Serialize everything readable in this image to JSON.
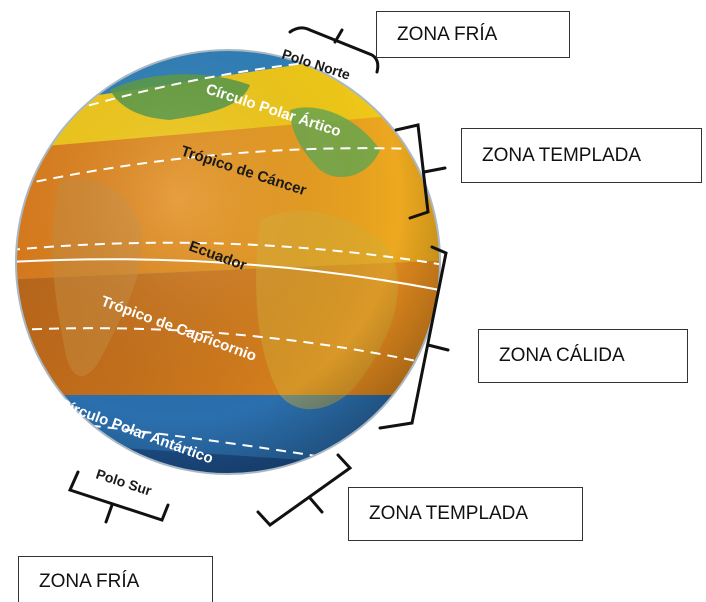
{
  "zones": {
    "fria_norte": "ZONA FRÍA",
    "templada_norte": "ZONA TEMPLADA",
    "calida": "ZONA CÁLIDA",
    "templada_sur": "ZONA TEMPLADA",
    "fria_sur": "ZONA FRÍA"
  },
  "globe_labels": {
    "polo_norte": "Polo Norte",
    "circulo_artico": "Círculo Polar Ártico",
    "tropico_cancer": "Trópico de Cáncer",
    "ecuador": "Ecuador",
    "tropico_capricornio": "Trópico de Capricornio",
    "circulo_antartico": "Círculo Polar Antártico",
    "polo_sur": "Polo Sur"
  },
  "colors": {
    "warm_band": "#e08a1e",
    "temperate_band": "#f0c818",
    "ocean": "#3a8fc8",
    "land_green": "#6aa84f"
  }
}
